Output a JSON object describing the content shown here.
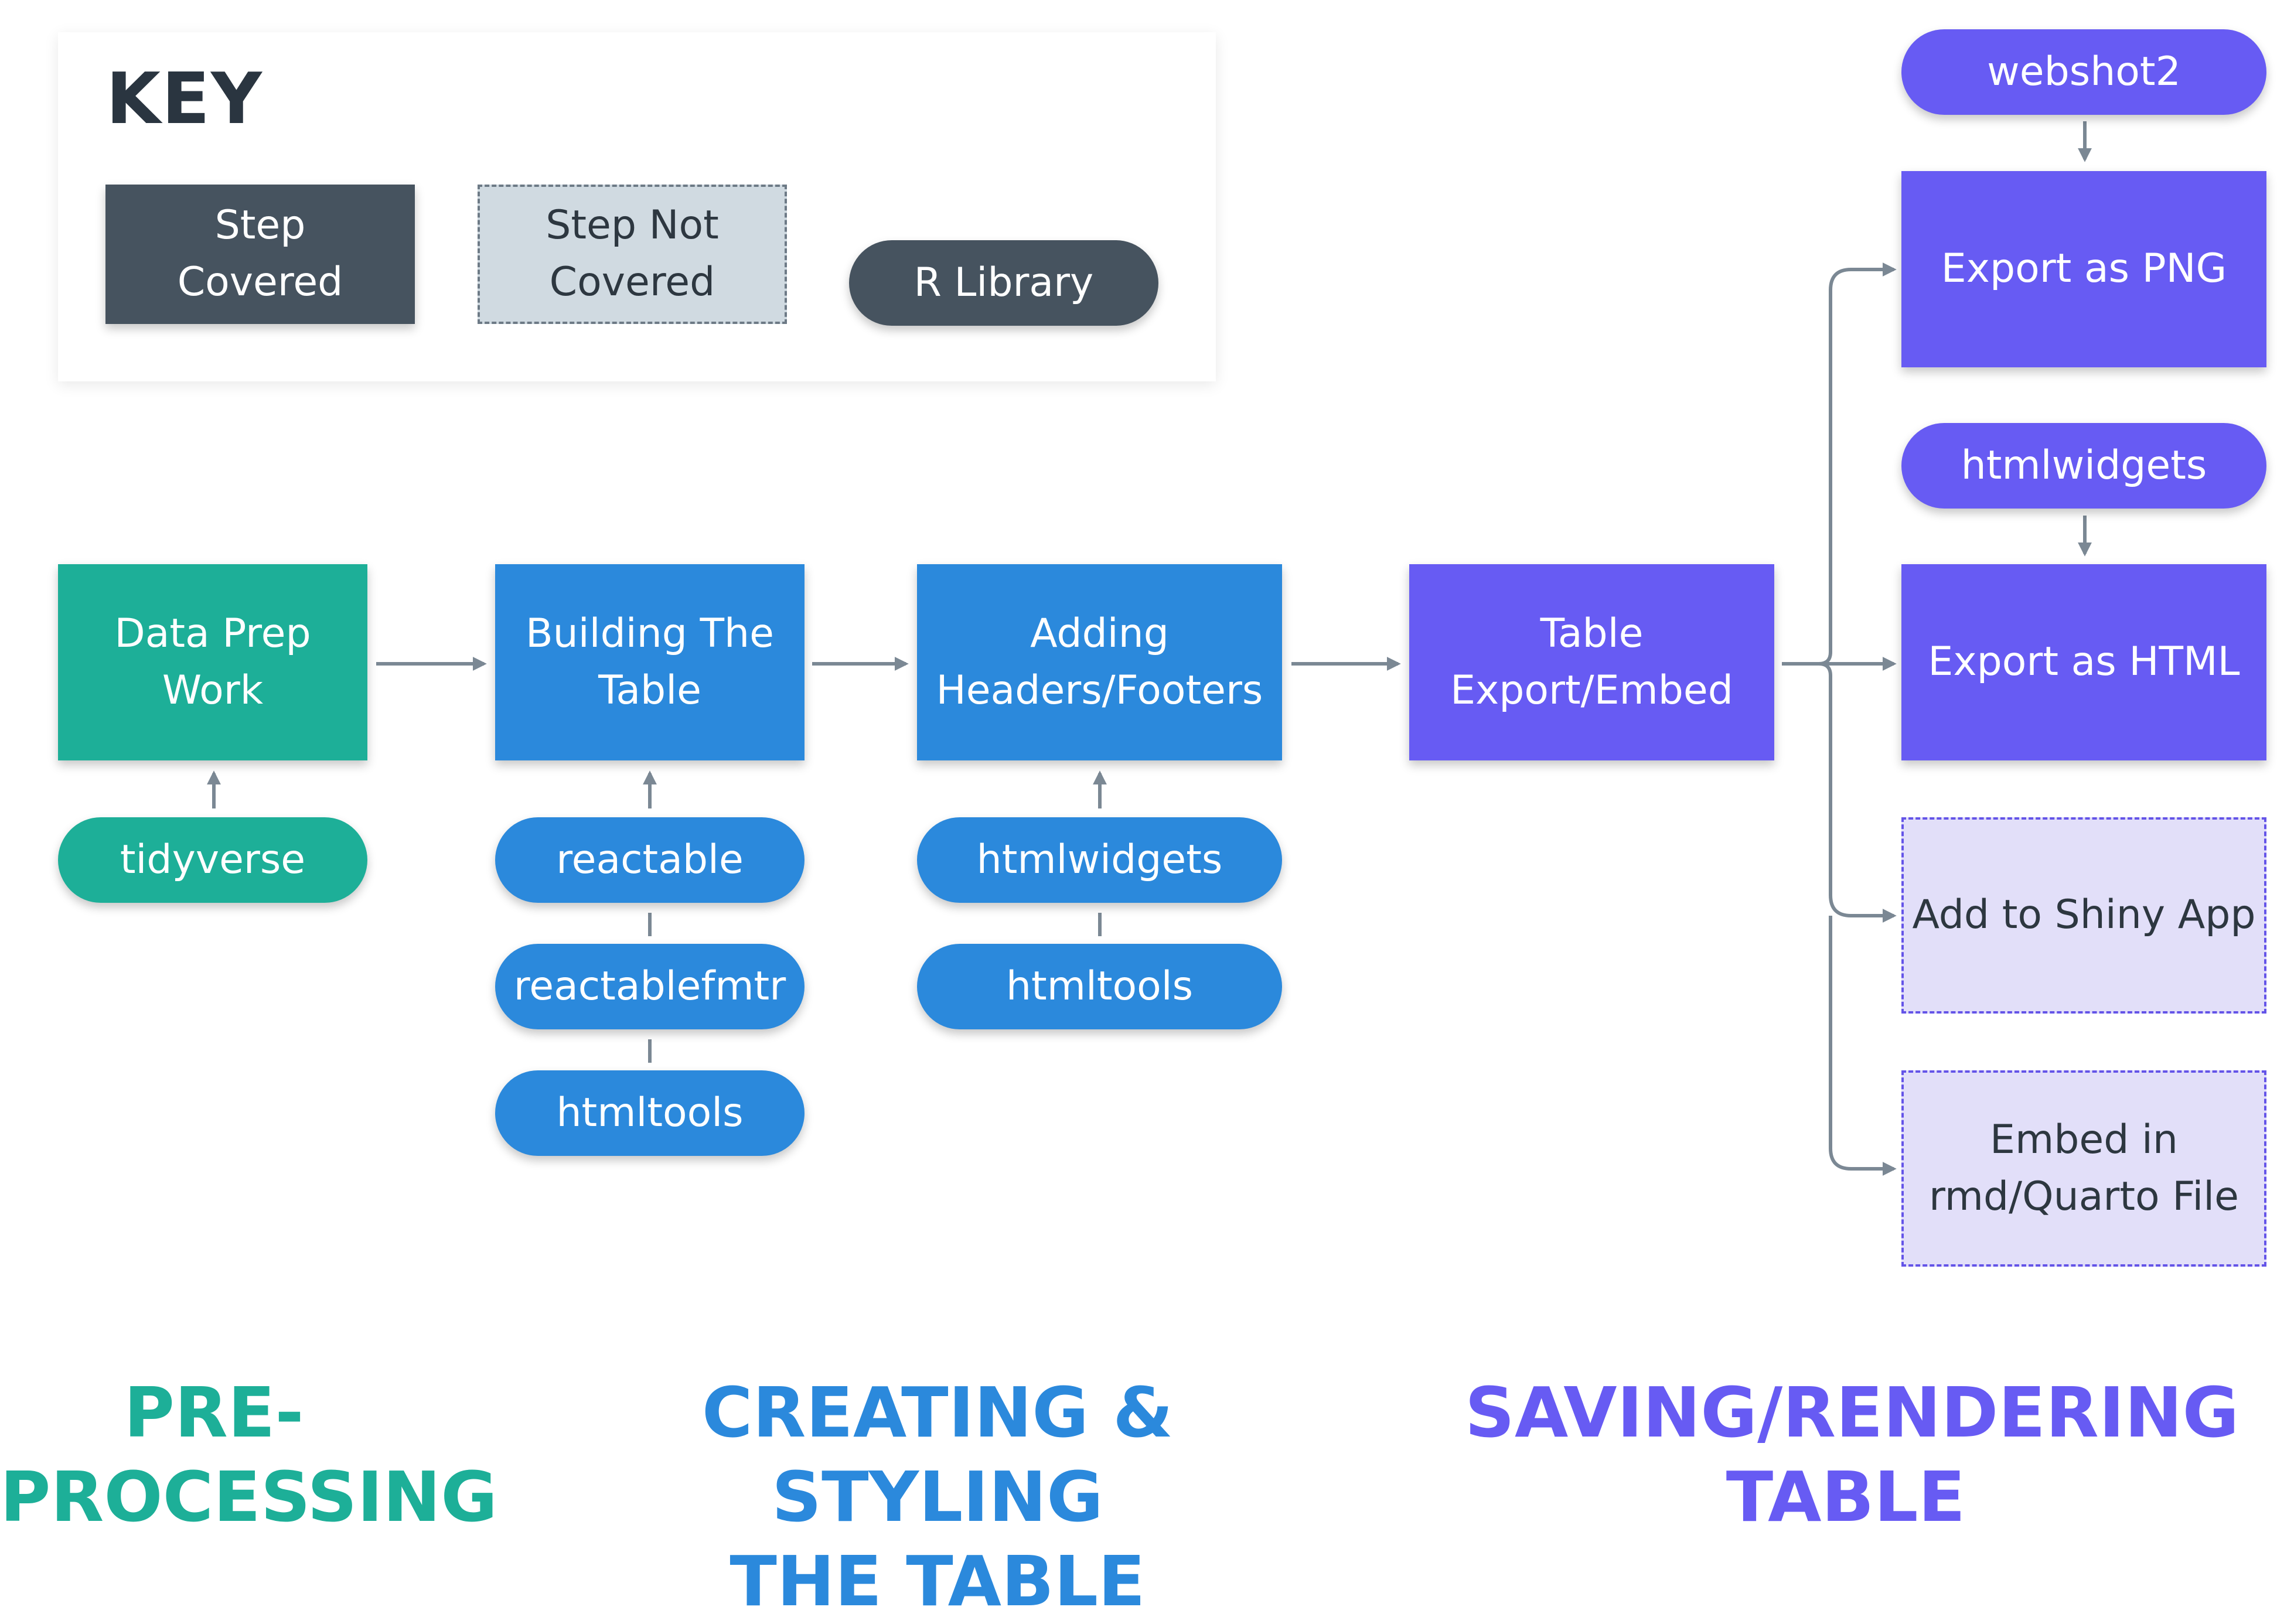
{
  "key": {
    "title": "KEY",
    "step_covered": "Step\nCovered",
    "step_not_covered": "Step Not\nCovered",
    "r_library": "R Library"
  },
  "steps": {
    "data_prep": "Data Prep\nWork",
    "building_table": "Building The\nTable",
    "adding_headers": "Adding\nHeaders/Footers",
    "table_export": "Table\nExport/Embed",
    "export_png": "Export as PNG",
    "export_html": "Export as HTML",
    "add_shiny": "Add to Shiny App",
    "embed_rmd": "Embed in\nrmd/Quarto File"
  },
  "libraries": {
    "tidyverse": "tidyverse",
    "reactable": "reactable",
    "reactablefmtr": "reactablefmtr",
    "htmltools_build": "htmltools",
    "htmlwidgets_headers": "htmlwidgets",
    "htmltools_headers": "htmltools",
    "webshot2": "webshot2",
    "htmlwidgets_export": "htmlwidgets"
  },
  "sections": {
    "preprocessing": "PRE-\nPROCESSING",
    "creating_styling": "CREATING & STYLING\nTHE TABLE",
    "saving_rendering": "SAVING/RENDERING\nTABLE"
  },
  "colors": {
    "green": "#1daf98",
    "blue": "#2b89dc",
    "purple": "#675bf3",
    "slate": "#46535f",
    "connector": "#7b8894"
  }
}
